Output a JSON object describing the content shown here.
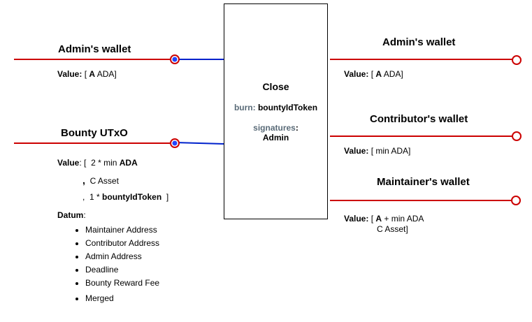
{
  "colors": {
    "wire": "#cc0000",
    "link": "#0022cc",
    "dot": "#2244ff"
  },
  "inputs": {
    "admin": {
      "title": "Admin's wallet",
      "value_label": "Value:",
      "value_open": "[",
      "value_amount": "A",
      "value_rest": "ADA]"
    },
    "bounty": {
      "title": "Bounty UTxO",
      "value_label": "Value",
      "value_colon": ":",
      "line1_open": "[",
      "line1_text": "2 * min",
      "line1_ada": "ADA",
      "line2_comma": ",",
      "line2_text": "C Asset",
      "line3_comma": ",",
      "line3_text": "1 *",
      "line3_token": "bountyIdToken",
      "line3_close": "]",
      "datum_label": "Datum",
      "datum_colon": ":",
      "datum_items": [
        "Maintainer Address",
        "Contributor Address",
        "Admin Address",
        "Deadline",
        "Bounty Reward Fee",
        "Merged"
      ]
    }
  },
  "tx": {
    "title": "Close",
    "burn_label": "burn:",
    "burn_value": "bountyIdToken",
    "sig_label": "signatures",
    "sig_colon": ":",
    "sig_value": "Admin"
  },
  "outputs": {
    "admin": {
      "title": "Admin's wallet",
      "value_label": "Value:",
      "value_open": "[",
      "value_amount": "A",
      "value_rest": "ADA]"
    },
    "contributor": {
      "title": "Contributor's wallet",
      "value_label": "Value:",
      "value_text": "[ min ADA]"
    },
    "maintainer": {
      "title": "Maintainer's wallet",
      "value_label": "Value:",
      "value_open": "[",
      "value_amount": "A",
      "value_rest": "+ min ADA",
      "value_line2": "C Asset]"
    }
  }
}
